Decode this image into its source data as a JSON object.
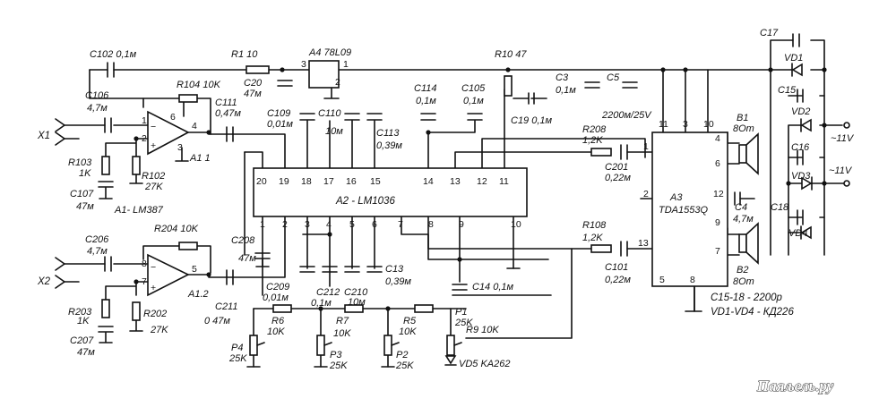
{
  "labels": {
    "c102": "C102 0,1м",
    "r1": "R1 10",
    "a4": "A4 78L09",
    "a4_pin3": "3",
    "a4_pin1": "1",
    "a4_pin2": "2",
    "r10": "R10 47",
    "c17": "C17",
    "vd1": "VD1",
    "c106": "C106",
    "c106_val": "4,7м",
    "r104": "R104 10K",
    "c20": "C20",
    "c20_val": "47м",
    "c111": "C111",
    "c111_val": "0,47м",
    "c109": "C109",
    "c109_val": "0,01м",
    "c110": "C110",
    "c110_val": "10м",
    "c113": "C113",
    "c113_val": "0,39м",
    "c114": "C114",
    "c114_val": "0,1м",
    "c105": "C105",
    "c105_val": "0,1м",
    "c3": "C3",
    "c3_val": "0,1м",
    "c5": "C5",
    "c5_val": "2200м/25V",
    "c19": "C19 0,1м",
    "c15": "C15",
    "vd2": "VD2",
    "v11a": "~11V",
    "c16": "C16",
    "vd3": "VD3",
    "v11b": "~11V",
    "c18": "C18",
    "vd4": "VD4",
    "x1": "X1",
    "x2": "X2",
    "r103": "R103",
    "r103_val": "1K",
    "r102": "R102",
    "r102_val": "27K",
    "c107": "C107",
    "c107_val": "47м",
    "a11": "A1 1",
    "a1_lm387": "A1- LM387",
    "a2": "A2 - LM1036",
    "r208": "R208",
    "r208_val": "1,2K",
    "c201": "C201",
    "c201_val": "0,22м",
    "r108": "R108",
    "r108_val": "1,2K",
    "c101": "C101",
    "c101_val": "0,22м",
    "a3": "A3",
    "a3_part": "TDA1553Q",
    "b1": "B1",
    "b1_val": "8Om",
    "b2": "B2",
    "b2_val": "8Om",
    "c4": "C4",
    "c4_val": "4,7м",
    "c206": "C206",
    "c206_val": "4,7м",
    "r204": "R204 10K",
    "c208": "C208",
    "c208_val": "47м",
    "c209": "C209",
    "c209_val": "0,01м",
    "c211": "C211",
    "c211_val": "0 47м",
    "c212": "C212",
    "c212_val": "0,1м",
    "c210": "C210",
    "c210_val": "10м",
    "c13": "C13",
    "c13_val": "0,39м",
    "c14": "C14 0,1м",
    "r203": "R203",
    "r203_val": "1K",
    "r202": "R202",
    "r202_val": "27K",
    "c207": "C207",
    "c207_val": "47м",
    "a12": "A1.2",
    "r6": "R6",
    "r6_val": "10K",
    "r7": "R7",
    "r7_val": "10K",
    "r5": "R5",
    "r5_val": "10K",
    "p1": "P1",
    "p1_val": "25K",
    "r9": "R9 10K",
    "p4": "P4",
    "p4_val": "25K",
    "p3": "P3",
    "p3_val": "25K",
    "p2": "P2",
    "p2_val": "25K",
    "vd5": "VD5 KA262",
    "note1": "C15-18 - 2200р",
    "note2": "VD1-VD4 - КД226",
    "watermark": "Паяљель.ру"
  },
  "pins": {
    "a1_1": "1",
    "a1_2": "2",
    "a1_3": "3",
    "a1_4": "4",
    "a1_6": "6",
    "a1_5": "5",
    "a1_7": "7",
    "a1_8": "8",
    "a2_top": [
      "20",
      "19",
      "18",
      "17",
      "16",
      "15",
      "14",
      "13",
      "12",
      "11"
    ],
    "a2_bottom": [
      "1",
      "2",
      "3",
      "4",
      "5",
      "6",
      "7",
      "8",
      "9",
      "10"
    ],
    "a3_top": [
      "11",
      "3",
      "10"
    ],
    "a3_left": [
      "1",
      "2",
      "13"
    ],
    "a3_right": [
      "4",
      "6",
      "12",
      "9",
      "7"
    ],
    "a3_bottom": [
      "5",
      "8"
    ]
  }
}
